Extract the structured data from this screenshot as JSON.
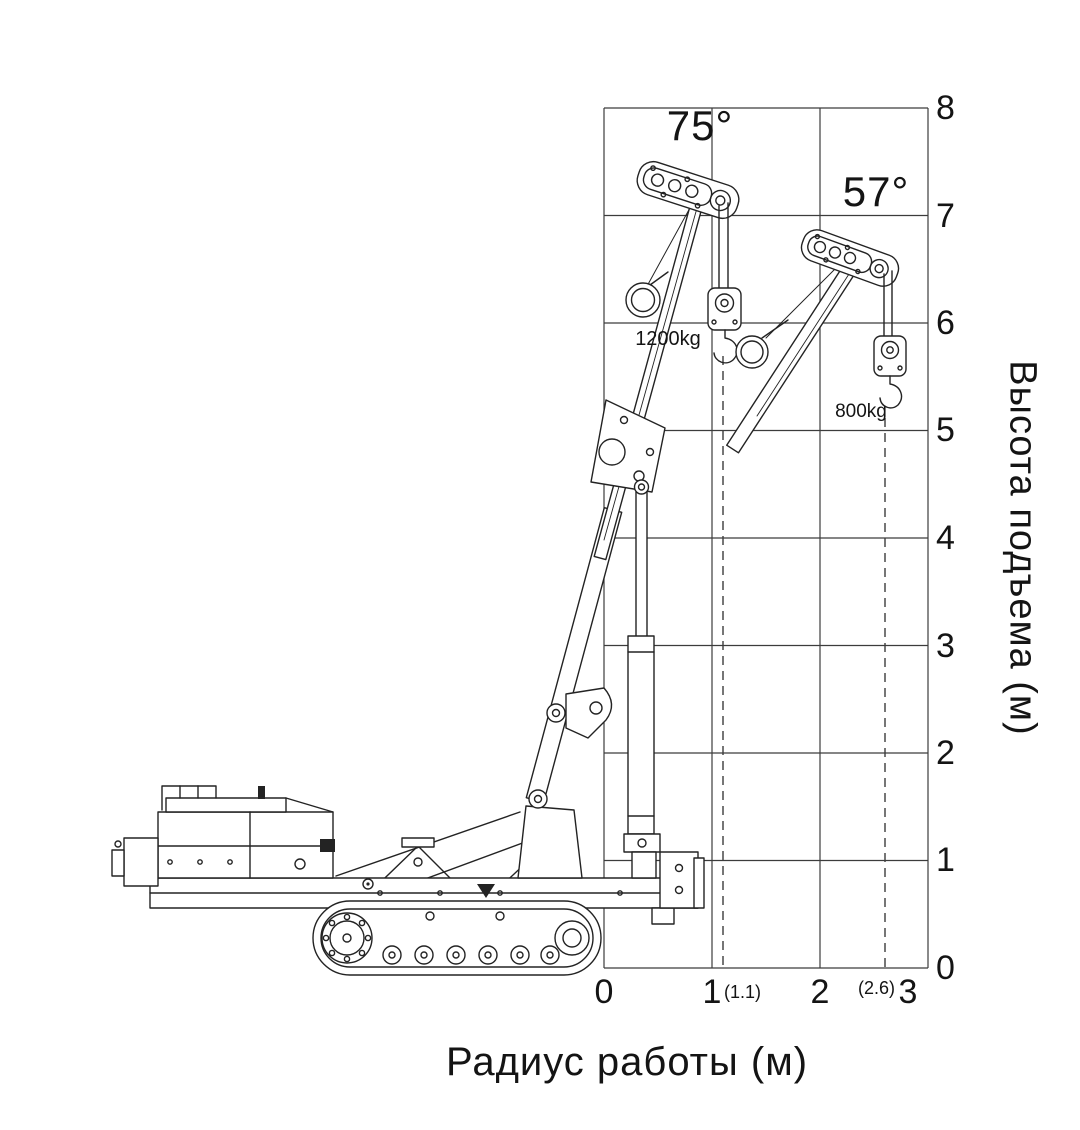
{
  "figure": {
    "x_axis": {
      "title": "Радиус работы (м)",
      "ticks": [
        "0",
        "1",
        "2",
        "3"
      ],
      "radius_marks": [
        "(1.1)",
        "(2.6)"
      ]
    },
    "y_axis": {
      "title": "Высота подъема (м)",
      "ticks": [
        "8",
        "7",
        "6",
        "5",
        "4",
        "3",
        "2",
        "1",
        "0"
      ]
    },
    "labels": {
      "angle_75": "75°",
      "angle_57": "57°",
      "capacity_75": "1200kg",
      "capacity_57": "800kg"
    }
  },
  "chart_data": {
    "type": "diagram",
    "subject": "Crawler spider crane working-range diagram (side view line drawing with height/radius grid)",
    "x_axis": {
      "label": "Радиус работы (м)",
      "unit": "m",
      "range": [
        0,
        3
      ],
      "ticks": [
        0,
        1,
        2,
        3
      ]
    },
    "y_axis": {
      "label": "Высота подъема (м)",
      "unit": "m",
      "range": [
        0,
        8
      ],
      "ticks": [
        0,
        1,
        2,
        3,
        4,
        5,
        6,
        7,
        8
      ]
    },
    "grid": true,
    "dashed_radius_lines_m": [
      1.1,
      2.6
    ],
    "boom_positions": [
      {
        "boom_angle_deg": 75,
        "capacity_kg": 1200,
        "working_radius_m": 1.1,
        "hook_height_m_approx": 5.7
      },
      {
        "boom_angle_deg": 57,
        "capacity_kg": 800,
        "working_radius_m": 2.6,
        "hook_height_m_approx": 5.1
      }
    ]
  }
}
